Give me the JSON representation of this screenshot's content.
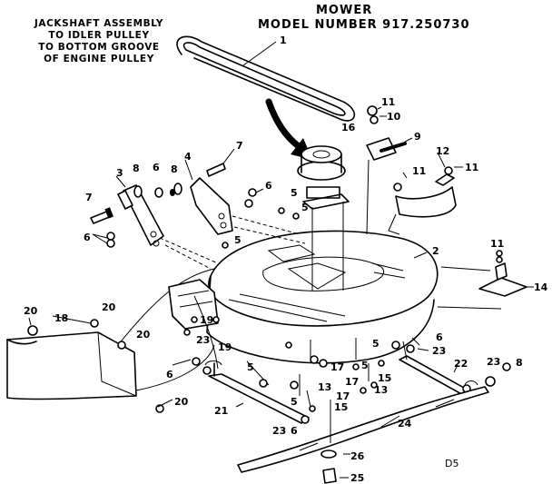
{
  "header": {
    "note_lines": [
      "JACKSHAFT ASSEMBLY",
      "TO IDLER PULLEY",
      "TO BOTTOM GROOVE",
      "OF ENGINE PULLEY"
    ],
    "title_line1": "MOWER",
    "title_line2": "MODEL NUMBER 917.250730"
  },
  "footer": {
    "page_code": "D5"
  },
  "callouts": [
    "1",
    "2",
    "3",
    "4",
    "5",
    "6",
    "7",
    "8",
    "9",
    "10",
    "11",
    "12",
    "13",
    "14",
    "15",
    "16",
    "17",
    "18",
    "19",
    "20",
    "21",
    "22",
    "23",
    "24",
    "25",
    "26"
  ]
}
